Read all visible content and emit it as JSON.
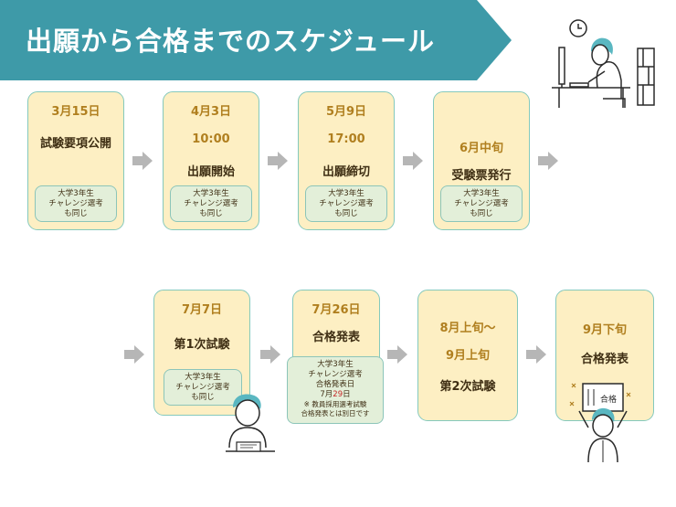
{
  "title": "出願から合格までのスケジュール",
  "note_common": [
    "大学3年生",
    "チャレンジ選考",
    "も同じ"
  ],
  "steps": [
    {
      "lines": [
        "3月15日",
        "試験要項公開"
      ]
    },
    {
      "lines": [
        "4月3日",
        "10:00",
        "出願開始"
      ]
    },
    {
      "lines": [
        "5月9日",
        "17:00",
        "出願締切"
      ]
    },
    {
      "lines": [
        "6月中旬",
        "受験票発行"
      ]
    },
    {
      "lines": [
        "7月7日",
        "第1次試験"
      ]
    },
    {
      "lines": [
        "7月26日",
        "合格発表"
      ]
    },
    {
      "lines": [
        "8月上旬～",
        "9月上旬",
        "第2次試験"
      ]
    },
    {
      "lines": [
        "9月下旬",
        "合格発表"
      ]
    }
  ],
  "step6_note": {
    "lines": [
      "大学3年生",
      "チャレンジ選考",
      "合格発表日"
    ],
    "date_prefix": "7月",
    "date_highlight": "29",
    "date_suffix": "日",
    "footnote": [
      "※ 教員採用選考試験",
      "合格発表とは別日です"
    ]
  },
  "certificate_text": "合格",
  "colors": {
    "banner": "#3e9aa8",
    "card_fill": "#fdefc3",
    "card_border": "#84c9bd",
    "note_fill": "#e3efd9",
    "arrow": "#b6b6b6",
    "highlight": "#c62828"
  }
}
